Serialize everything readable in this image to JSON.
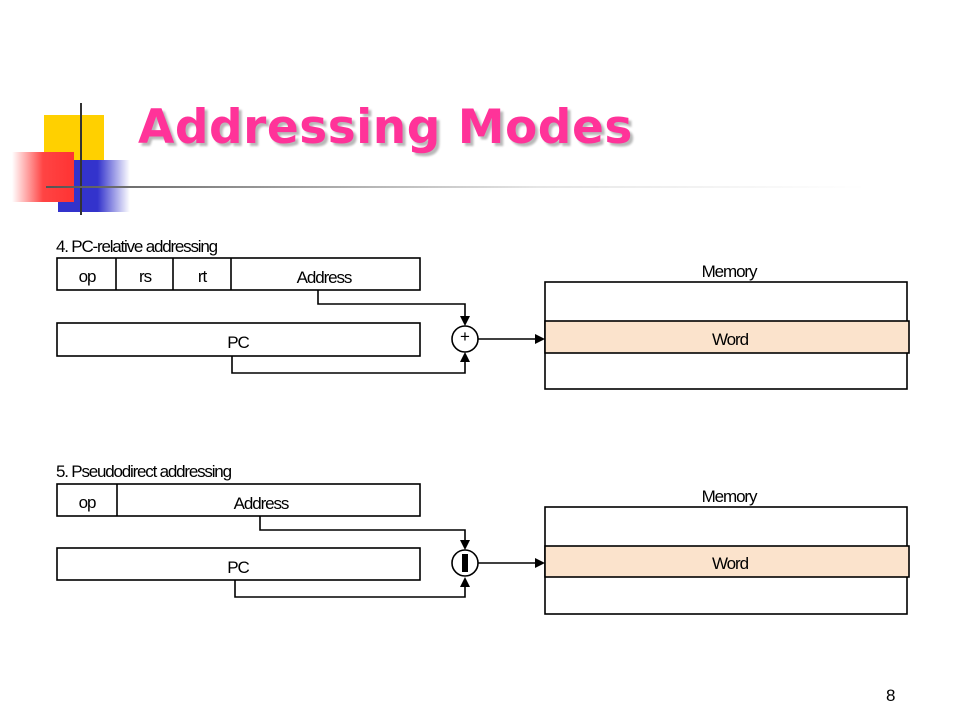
{
  "slide": {
    "title": "Addressing Modes",
    "page_number": "8"
  },
  "pc_relative": {
    "heading": "4. PC-relative addressing",
    "fields": [
      "op",
      "rs",
      "rt",
      "Address"
    ],
    "pc_label": "PC",
    "operator": "+",
    "memory_label": "Memory",
    "word_label": "Word"
  },
  "pseudodirect": {
    "heading": "5. Pseudodirect addressing",
    "fields": [
      "op",
      "Address"
    ],
    "pc_label": "PC",
    "operator": "concatenation-bar",
    "memory_label": "Memory",
    "word_label": "Word"
  },
  "colors": {
    "title": "#ff3399",
    "word_fill": "#fbe3cc",
    "deco_yellow": "#ffd000",
    "deco_blue": "#3333cc",
    "deco_red": "#ff3333"
  }
}
